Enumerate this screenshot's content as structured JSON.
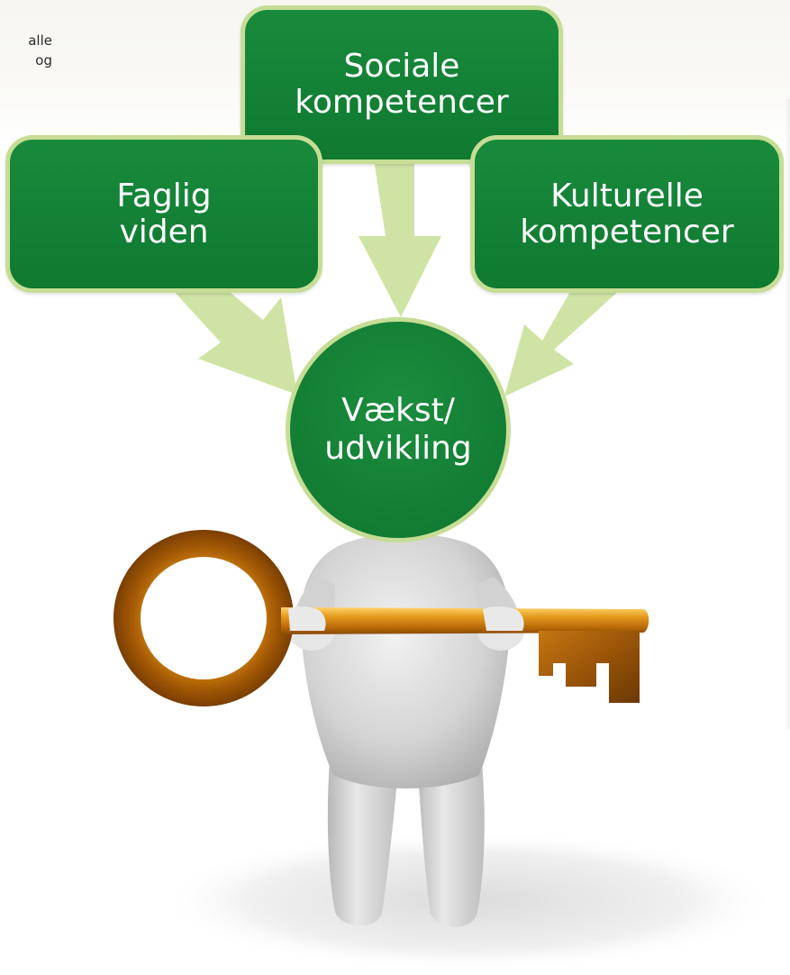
{
  "partial_text": {
    "line1": "alle",
    "line2": "og"
  },
  "diagram": {
    "boxes": {
      "sociale": {
        "line1": "Sociale",
        "line2": "kompetencer"
      },
      "faglig": {
        "line1": "Faglig",
        "line2": "viden"
      },
      "kulturelle": {
        "line1": "Kulturelle",
        "line2": "kompetencer"
      }
    },
    "center": {
      "line1": "Vækst/",
      "line2": "udvikling"
    }
  },
  "colors": {
    "box_fill": "#0f7a30",
    "box_border": "#c6dd96",
    "arrow": "#cfe3a4",
    "key_gold": "#d98e16",
    "figure": "#d9d9d9"
  },
  "icons": [
    "key-icon",
    "figure-icon"
  ]
}
